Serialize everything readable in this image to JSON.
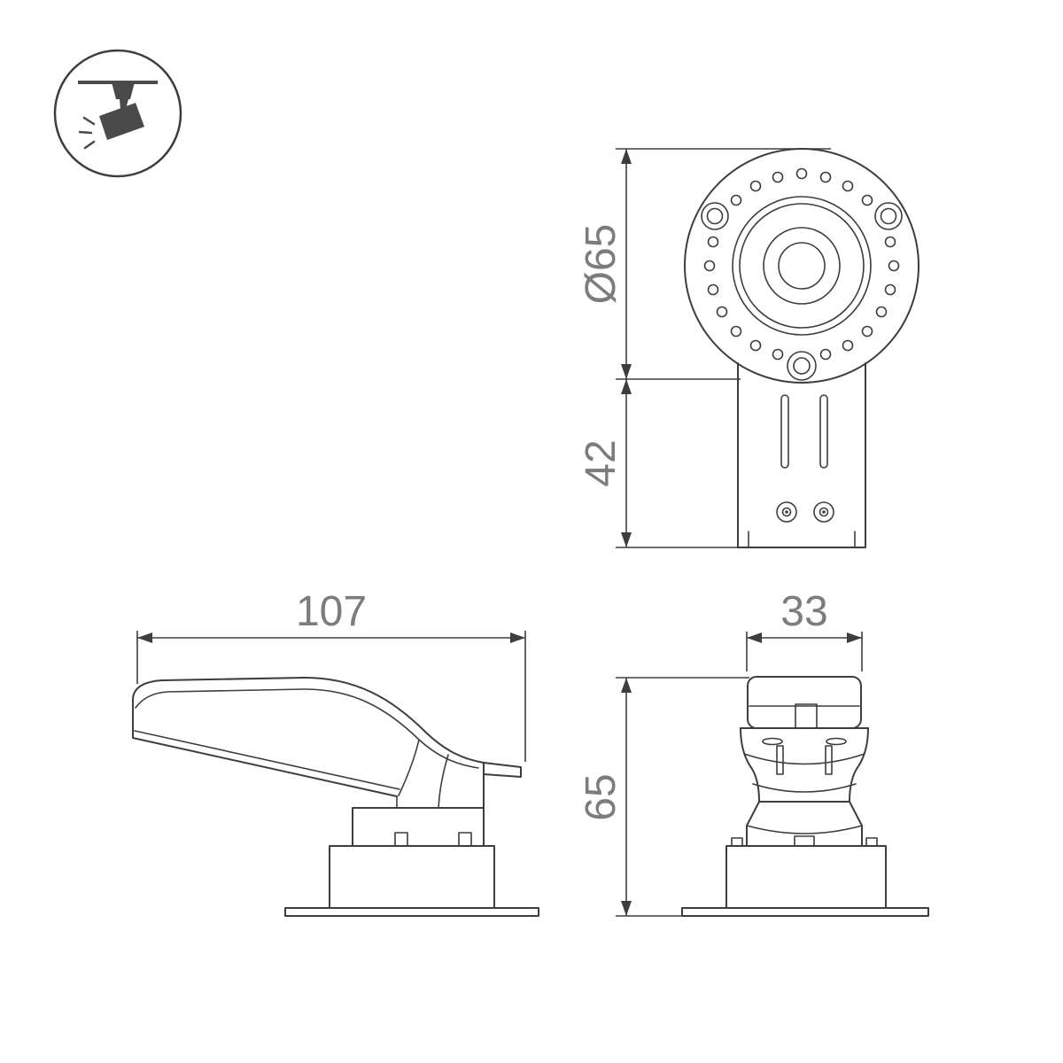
{
  "drawing": {
    "background": "#ffffff",
    "line_color": "#3d3d3d",
    "dim_text_color": "#7c7c7c",
    "icon_color": "#4a4a4a"
  },
  "icon": {
    "name": "track-spotlight"
  },
  "dimensions": {
    "front_diameter": "Ø65",
    "front_bracket_height": "42",
    "side_length": "107",
    "end_width": "33",
    "end_height": "65"
  }
}
